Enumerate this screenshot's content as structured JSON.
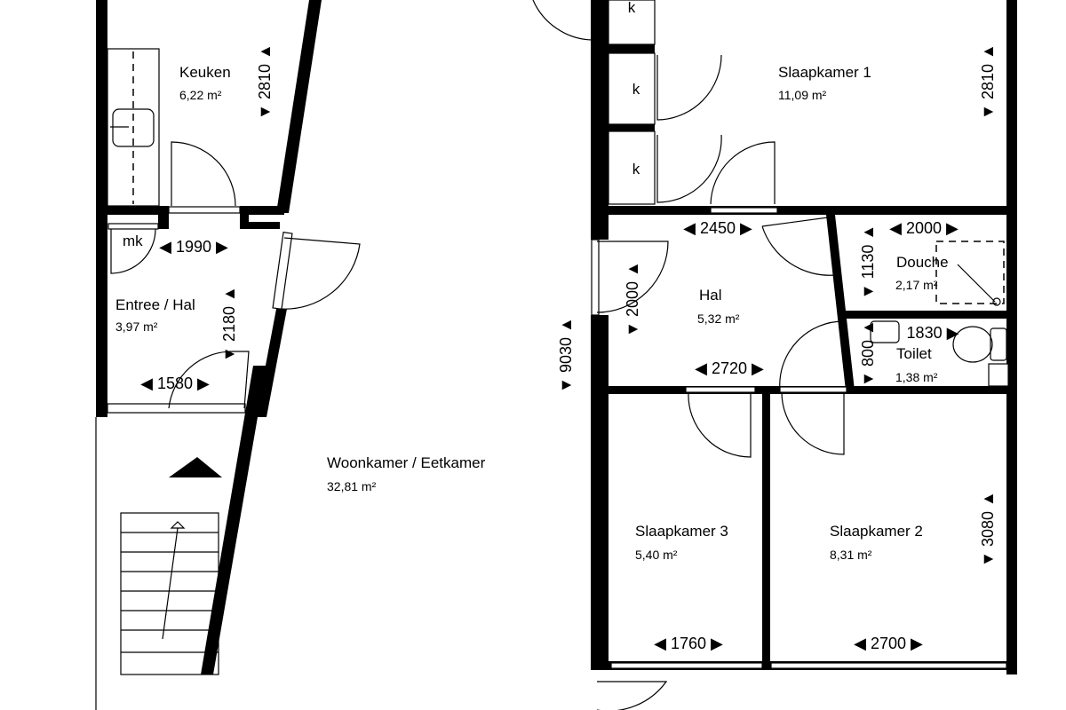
{
  "rooms": [
    {
      "name": "Keuken",
      "area": "6,22 m²"
    },
    {
      "name": "Entree / Hal",
      "area": "3,97 m²"
    },
    {
      "name": "Woonkamer / Eetkamer",
      "area": "32,81 m²"
    },
    {
      "name": "Slaapkamer 1",
      "area": "11,09 m²"
    },
    {
      "name": "Hal",
      "area": "5,32 m²"
    },
    {
      "name": "Douche",
      "area": "2,17 m²"
    },
    {
      "name": "Toilet",
      "area": "1,38 m²"
    },
    {
      "name": "Slaapkamer 3",
      "area": "5,40 m²"
    },
    {
      "name": "Slaapkamer 2",
      "area": "8,31 m²"
    }
  ],
  "markers": {
    "closet": "k",
    "meter_cupboard": "mk"
  },
  "dimensions": {
    "keuken_h": "2810",
    "entree_w": "1990",
    "entree_h": "2180",
    "entree_w2": "1580",
    "slaapkamer1_h": "2810",
    "hal_w_top": "2450",
    "hal_h": "2000",
    "hal_w_bottom": "2720",
    "douche_w": "2000",
    "douche_h": "1130",
    "toilet_w": "1830",
    "toilet_h": "800",
    "total_h": "9030",
    "slaapkamer3_w": "1760",
    "slaapkamer2_w": "2700",
    "slaapkamer2_h": "3080"
  }
}
